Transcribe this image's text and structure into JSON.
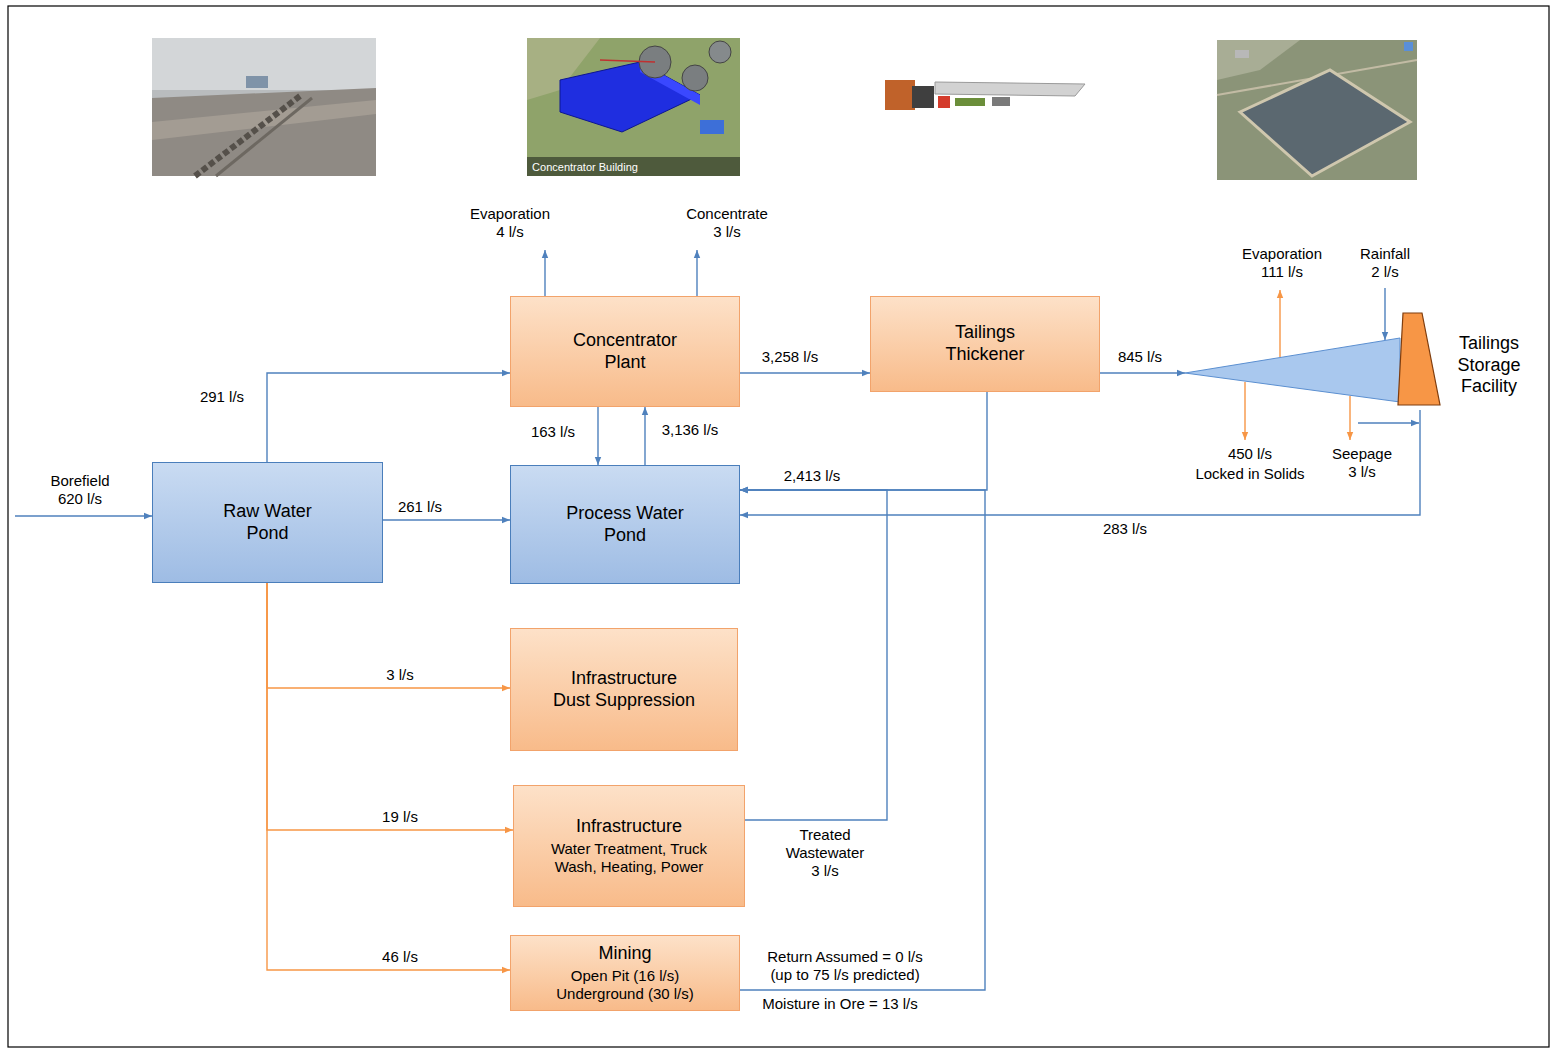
{
  "diagram": {
    "nodes": [
      {
        "text": [
          "Raw Water Pond"
        ]
      },
      {
        "text": [
          "Concentrator Plant"
        ]
      },
      {
        "text": [
          "Tailings Thickener"
        ]
      },
      {
        "text": [
          "Process Water Pond"
        ]
      },
      {
        "text": [
          "Infrastructure Dust Suppression"
        ]
      },
      {
        "text": [
          "Infrastructure",
          "Water Treatment, Truck Wash, Heating, Power"
        ]
      },
      {
        "text": [
          "Mining",
          "Open Pit (16 l/s) Underground (30 l/s)"
        ]
      },
      {
        "text": [
          "Tailings Storage Facility"
        ]
      }
    ],
    "edges": [
      {
        "from": 0,
        "to": 1,
        "label": "291 l/s",
        "arrow": "to"
      },
      {
        "from": 0,
        "to": 3,
        "label": "261 l/s",
        "arrow": "to"
      },
      {
        "from": 1,
        "to": 3,
        "label": "163 l/s",
        "arrow": "to"
      },
      {
        "from": 3,
        "to": 1,
        "label": "3,136 l/s",
        "arrow": "to"
      },
      {
        "from": 1,
        "to": 2,
        "label": "3,258 l/s",
        "arrow": "to"
      },
      {
        "from": 2,
        "to": 3,
        "label": "2,413 l/s",
        "arrow": "to"
      },
      {
        "from": 2,
        "to": 7,
        "label": "845 l/s",
        "arrow": "to"
      },
      {
        "from": 7,
        "to": 3,
        "label": "283 l/s",
        "arrow": "to"
      },
      {
        "from": 0,
        "to": 4,
        "label": "3 l/s",
        "arrow": "to"
      },
      {
        "from": 0,
        "to": 5,
        "label": "19 l/s",
        "arrow": "to"
      },
      {
        "from": 0,
        "to": 6,
        "label": "46 l/s",
        "arrow": "to"
      },
      {
        "from": 5,
        "to": 3,
        "label": "Treated Wastewater 3 l/s",
        "arrow": "to"
      },
      {
        "from": 6,
        "to": 3,
        "label": "Return Assumed = 0 l/s (up to 75 l/s predicted)",
        "arrow": "to"
      }
    ],
    "labels": [
      "Concentrator Building",
      "Borefield 620 l/s",
      "Evaporation 4 l/s",
      "Concentrate 3 l/s",
      "Evaporation 111 l/s",
      "Rainfall 2 l/s",
      "450 l/s",
      "Locked in Solids",
      "Seepage 3 l/s",
      "Moisture in Ore = 13 l/s"
    ]
  }
}
